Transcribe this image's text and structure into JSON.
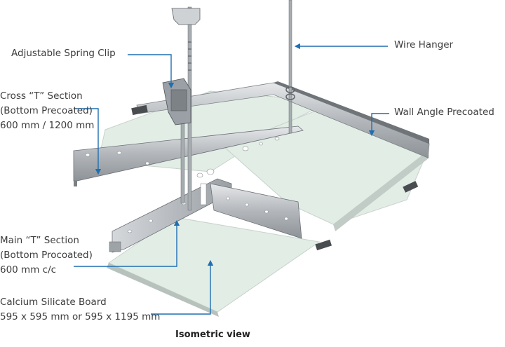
{
  "labels": {
    "spring_clip": "Adjustable Spring Clip",
    "wire_hanger": "Wire Hanger",
    "cross_t": [
      "Cross “T” Section",
      "(Bottom Precoated)",
      "600 mm / 1200 mm"
    ],
    "wall_angle": "Wall Angle Precoated",
    "main_t": [
      "Main “T” Section",
      "(Bottom Procoated)",
      "600 mm c/c"
    ],
    "board": [
      "Calcium Silicate Board",
      "595 x 595 mm or 595 x 1195 mm"
    ]
  },
  "caption": "Isometric view",
  "colors": {
    "arrow": "#1f6fb2",
    "board": "#e2ede6",
    "metal": "#b9bcc0"
  }
}
